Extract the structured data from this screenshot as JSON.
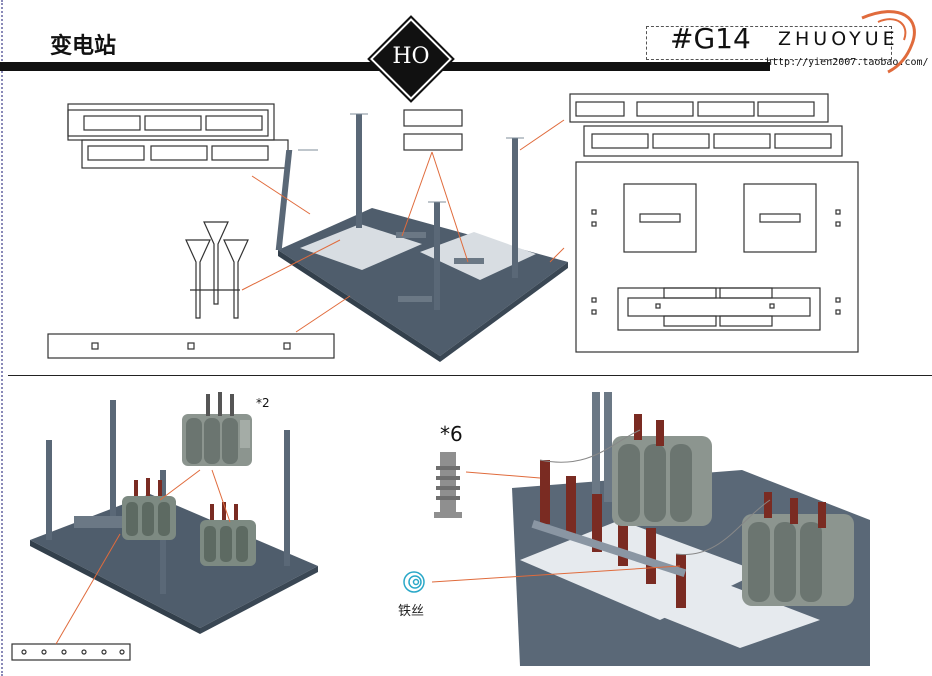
{
  "header": {
    "title": "变电站",
    "badge": "HO",
    "code": "#G14",
    "brand": "ZHUOYUE",
    "url": "http://yien2007.taobao.com/"
  },
  "annotations": {
    "transformer_count": "*2",
    "insulator_count": "*6",
    "wire_label": "铁丝"
  },
  "colors": {
    "ink": "#111111",
    "model_gray": "#5a6877",
    "model_dark": "#3f4b58",
    "leader_orange": "#e06b3c",
    "insulator_red": "#7a2b22",
    "wire_blue": "#2aa8c8"
  }
}
